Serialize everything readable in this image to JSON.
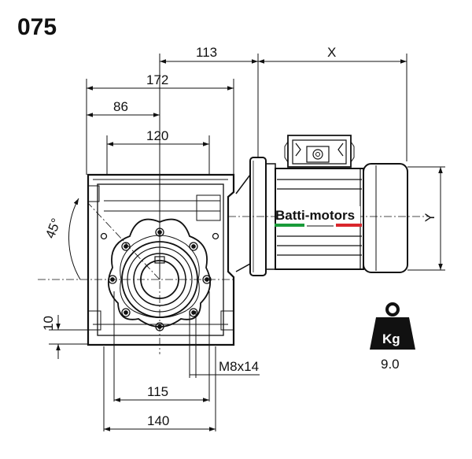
{
  "title": "075",
  "brand": "Batti-motors",
  "dimensions": {
    "d113": "113",
    "x": "X",
    "d172": "172",
    "d86": "86",
    "d120": "120",
    "angle": "45°",
    "y": "Y",
    "d10": "10",
    "thread": "M8x14",
    "d115": "115",
    "d140": "140"
  },
  "weight": {
    "unit": "Kg",
    "value": "9.0",
    "icon": "weight-icon"
  },
  "colors": {
    "line": "#111111",
    "flag_green": "#1a9b3a",
    "flag_red": "#d9262c"
  }
}
